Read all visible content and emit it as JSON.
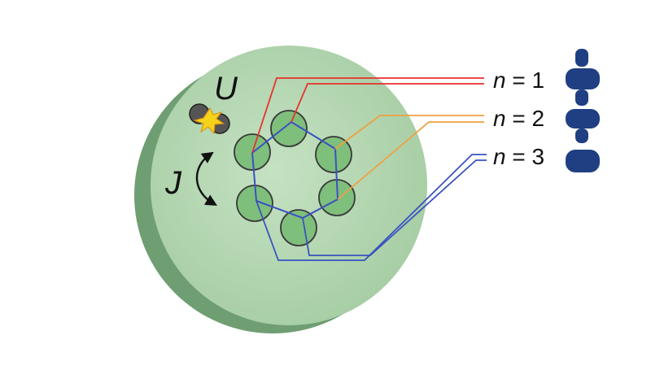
{
  "diagram": {
    "labels": {
      "U": "U",
      "J": "J"
    },
    "levels": [
      {
        "var": "n",
        "eq": " = ",
        "value": "1",
        "line_color": "#e8312c"
      },
      {
        "var": "n",
        "eq": " = ",
        "value": "2",
        "line_color": "#f0a040"
      },
      {
        "var": "n",
        "eq": " = ",
        "value": "3",
        "line_color": "#3248b0"
      }
    ],
    "colors": {
      "disk_face": "#b7d8b5",
      "disk_side": "#6f9e72",
      "site_fill": "#7fbf7c",
      "site_stroke": "#3a3a3a",
      "hexagon": "#3a52c0",
      "particle": "#555555",
      "star": "#f5d31a",
      "pictogram": "#1f3f82"
    },
    "icons": {
      "interaction": "star-burst-icon",
      "hopping": "curved-double-arrow-icon",
      "particle": "particle-icon",
      "state_1": "stacked-pictogram-1-icon",
      "state_2": "stacked-pictogram-2-icon",
      "state_3": "stacked-pictogram-3-icon"
    }
  }
}
